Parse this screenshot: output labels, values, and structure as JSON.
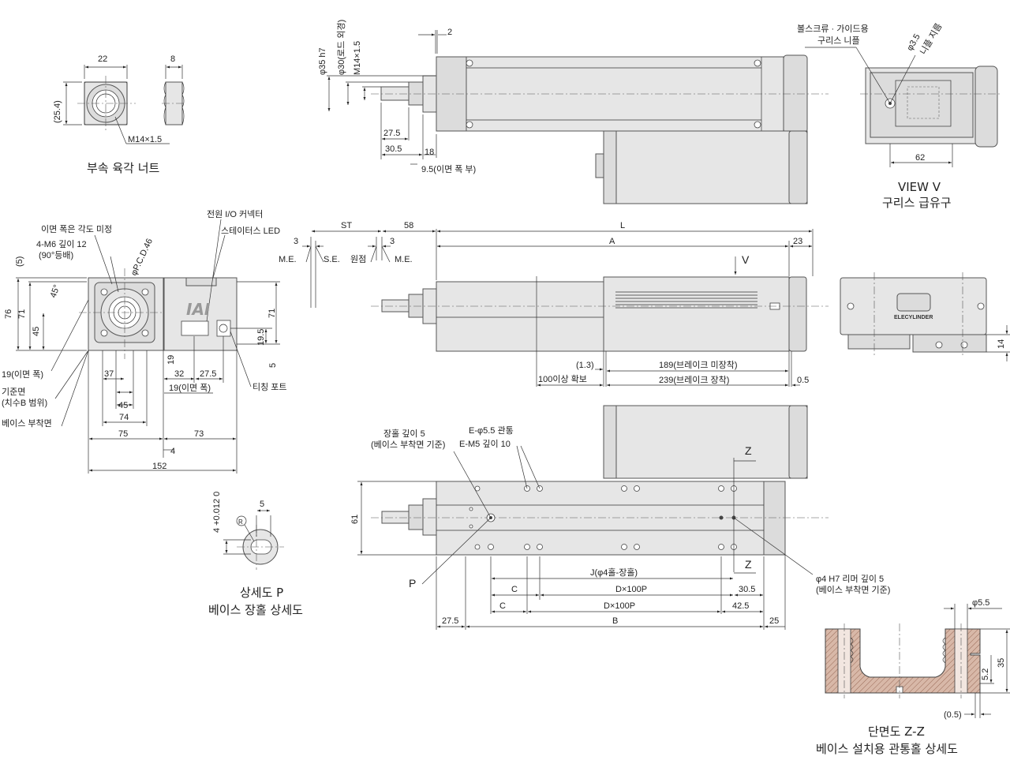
{
  "captions": {
    "nut": "부속 육각 너트",
    "view_v_1": "VIEW V",
    "view_v_2": "구리스 급유구",
    "detail_p_1": "상세도 P",
    "detail_p_2": "베이스 장홀 상세도",
    "section_zz_1": "단면도 Z-Z",
    "section_zz_2": "베이스 설치용 관통홀 상세도"
  },
  "nut": {
    "w": "22",
    "t": "8",
    "h": "(25.4)",
    "thread": "M14×1.5"
  },
  "top_view": {
    "d35": "φ35 h7",
    "d30": "φ30(로드 외경)",
    "m14": "M14×1.5",
    "d2": "2",
    "d27_5": "27.5",
    "d30_5": "30.5",
    "d18": "18",
    "d9_5": "9.5(이면 폭 부)"
  },
  "view_v": {
    "label1": "볼스크류 · 가이드용",
    "label2": "구리스 니플",
    "hole": "φ3.5",
    "hole2": "니플 지름",
    "d62": "62"
  },
  "end_view": {
    "note_angle": "이면 폭은 각도 미정",
    "note_tap": "4-M6 깊이 12",
    "note_tap2": "(90°등배)",
    "pcd": "φP.C.D.46",
    "power_io": "전원 I/O 커넥터",
    "status_led": "스테이터스 LED",
    "teaching": "티칭 포트",
    "brand": "IAI",
    "d5": "(5)",
    "d76": "76",
    "d71": "71",
    "d45v": "45",
    "d45deg": "45°",
    "d71r": "71",
    "d19_5": "19.5",
    "d5r": "5",
    "d19": "19",
    "d32": "32",
    "d27_5": "27.5",
    "d19back": "19(이면 폭)",
    "d19back2": "19(이면 폭)",
    "d37": "37",
    "d45": "45",
    "d74": "74",
    "d75": "75",
    "d73": "73",
    "d4": "4",
    "d152": "152",
    "ref_face": "기준면",
    "ref_face2": "(치수B 범위)",
    "base_face": "베이스 부착면"
  },
  "side_view": {
    "st": "ST",
    "d58": "58",
    "L": "L",
    "A": "A",
    "d23": "23",
    "d3a": "3",
    "d3b": "3",
    "me1": "M.E.",
    "se": "S.E.",
    "origin": "원점",
    "me2": "M.E.",
    "v": "V",
    "d1_3": "(1.3)",
    "d100": "100이상 확보",
    "d189": "189(브레이크 미장착)",
    "d239": "239(브레이크 장착)",
    "d0_5": "0.5",
    "logo": "ELECYLINDER"
  },
  "bottom_view": {
    "slot_note": "장홀 깊이 5",
    "slot_note2": "(베이스 부착면 기준)",
    "e_hole": "E-φ5.5 관통",
    "e_tap": "E-M5 깊이 10",
    "z": "Z",
    "d61": "61",
    "p": "P",
    "j": "J(φ4홀-장홀)",
    "c1": "C",
    "dx1": "D×100P",
    "d30_5": "30.5",
    "c2": "C",
    "dx2": "D×100P",
    "d42_5": "42.5",
    "d27_5": "27.5",
    "B": "B",
    "d25": "25",
    "reamer": "φ4 H7 리머 깊이 5",
    "reamer2": "(베이스 부착면 기준)"
  },
  "detail_p": {
    "tol": "4 +0.012 0",
    "d5": "5",
    "r": "R"
  },
  "section_zz": {
    "d5_5": "φ5.5",
    "d35": "35",
    "d5_2": "5.2",
    "d0_5": "(0.5)"
  }
}
